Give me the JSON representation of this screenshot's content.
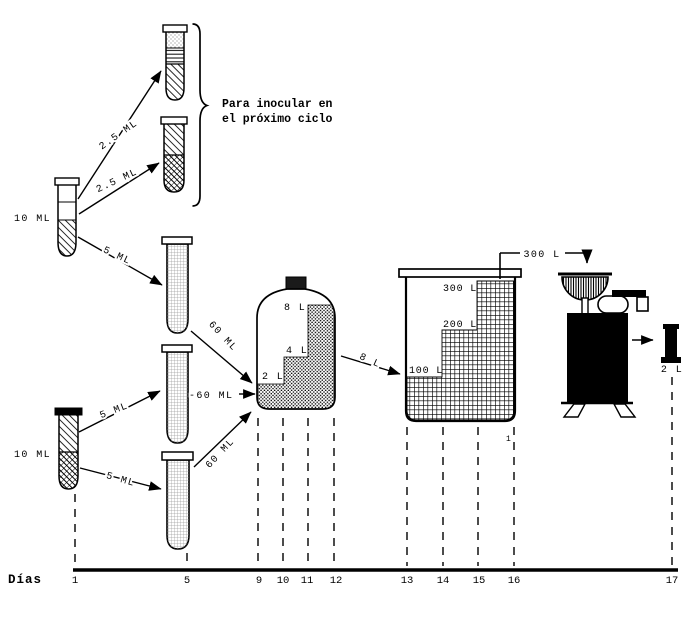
{
  "note": {
    "line1": "Para inocular en",
    "line2": "el próximo ciclo"
  },
  "labels": {
    "tube_upper_left": "10 ML",
    "tube_lower_left": "10 ML",
    "transfer_next_cycle_top": "2.5 ML",
    "transfer_next_cycle_bottom": "2.5 ML",
    "transfer_ul_to_tube_a": "5 ML",
    "transfer_ll_to_tube_b": "5 ML",
    "transfer_ll_to_tube_c": "5 ML",
    "transfer_tube_a_to_carboy": "60 ML",
    "transfer_tube_b_to_carboy": "-60 ML",
    "transfer_tube_c_to_carboy": "60 ML",
    "transfer_carboy_to_tank": "8 L",
    "carboy_level_2l": "2 L",
    "carboy_level_4l": "4 L",
    "carboy_level_8l": "8 L",
    "tank_level_100l": "100 L",
    "tank_level_200l": "200 L",
    "tank_level_300l": "300 L",
    "tank_to_separator": "300 L",
    "product_volume": "2 L",
    "tank_tick_mark": "1"
  },
  "timeline": {
    "axis_label": "Días",
    "days": [
      "1",
      "5",
      "9",
      "10",
      "11",
      "12",
      "13",
      "14",
      "15",
      "16",
      "17"
    ]
  },
  "colors": {
    "ink": "#000000",
    "paper": "#ffffff"
  }
}
